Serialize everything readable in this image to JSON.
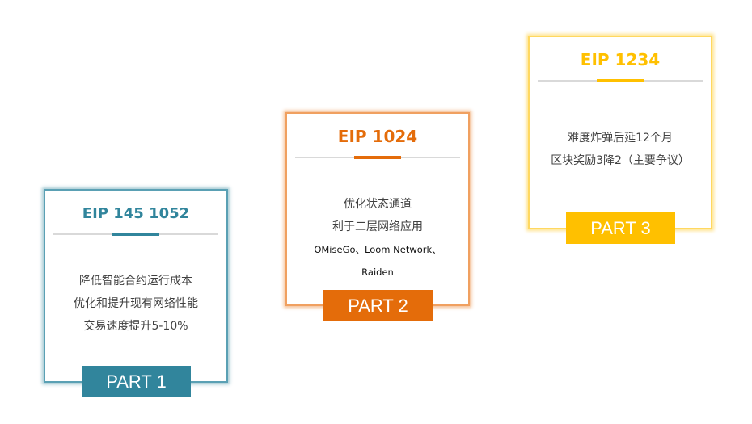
{
  "colors": {
    "part1": "#31859c",
    "part2": "#e46c0a",
    "part3": "#ffc000"
  },
  "cards": [
    {
      "title": "EIP 145  1052",
      "lines": [
        "降低智能合约运行成本",
        "优化和提升现有网络性能",
        "交易速度提升5-10%"
      ],
      "label": "PART 1"
    },
    {
      "title": "EIP 1024",
      "lines": [
        "优化状态通道",
        "利于二层网络应用",
        "OMiseGo、Loom Network、",
        "Raiden"
      ],
      "label": "PART 2"
    },
    {
      "title": "EIP 1234",
      "lines": [
        "难度炸弹后延12个月",
        "区块奖励3降2（主要争议）"
      ],
      "label": "PART 3"
    }
  ]
}
